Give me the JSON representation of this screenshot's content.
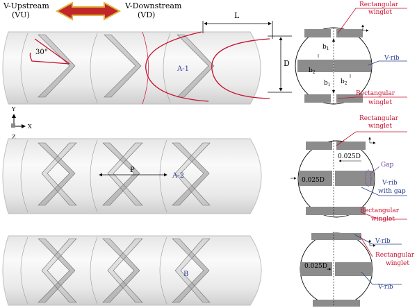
{
  "header": {
    "upstream_label": "V-Upstream",
    "upstream_abbr": "(VU)",
    "downstream_label": "V-Downstream",
    "downstream_abbr": "(VD)"
  },
  "dimensions": {
    "length": "L",
    "diameter": "D",
    "angle": "30°",
    "pitch": "P",
    "b1_top": "b",
    "b1_top_sub": "1",
    "b2_left": "b",
    "b2_left_sub": "2",
    "b2_right": "b",
    "b2_right_sub": "2",
    "b1_bottom": "b",
    "b1_bottom_sub": "1",
    "offset_1": "0.025D",
    "offset_2": "0.025D",
    "offset_3": "0.025D"
  },
  "cases": {
    "a1": "A-1",
    "a2": "A-2",
    "b": "B"
  },
  "axes": {
    "y": "Y",
    "x": "X",
    "z": "Z"
  },
  "annotations": {
    "rect_winglet_1": [
      "Rectangular",
      "winglet"
    ],
    "vrib_1": "V-rib",
    "rect_winglet_2": [
      "Rectangular",
      "winglet"
    ],
    "rect_winglet_3": [
      "Rectangular",
      "winglet"
    ],
    "gap": "Gap",
    "vrib_gap": [
      "V-rib",
      "with gap"
    ],
    "rect_winglet_4": [
      "Rectangular",
      "winglet"
    ],
    "vrib_3a": "V-rib",
    "rect_winglet_5": [
      "Rectangular",
      "winglet"
    ],
    "vrib_3b": "V-rib"
  },
  "colors": {
    "arrow_fill": "#c0262a",
    "arrow_outline": "#e0b43a",
    "accent_red": "#c8102e",
    "accent_blue": "#2a3f8f",
    "rib_grey": "#8c8c8c",
    "tube_grey": "#d9d9d9"
  }
}
